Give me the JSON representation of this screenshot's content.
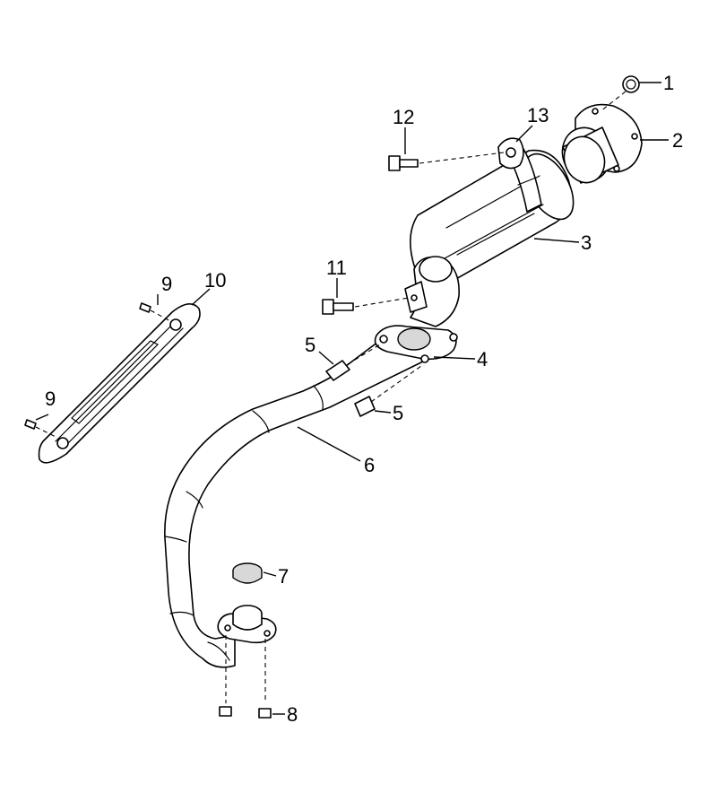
{
  "callouts": {
    "c1": "1",
    "c2": "2",
    "c3": "3",
    "c4": "4",
    "c5a": "5",
    "c5b": "5",
    "c6": "6",
    "c7": "7",
    "c8": "8",
    "c9a": "9",
    "c9b": "9",
    "c10": "10",
    "c11": "11",
    "c12": "12",
    "c13": "13"
  }
}
